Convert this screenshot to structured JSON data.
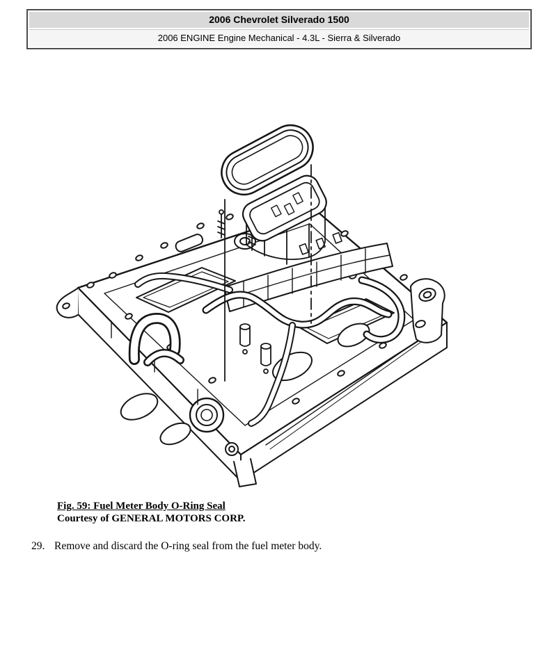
{
  "header": {
    "title": "2006 Chevrolet Silverado 1500",
    "subtitle": "2006 ENGINE Engine Mechanical - 4.3L - Sierra & Silverado"
  },
  "figure": {
    "caption_title": "Fig. 59: Fuel Meter Body O-Ring Seal",
    "caption_courtesy": "Courtesy of GENERAL MOTORS CORP.",
    "illustration": "line drawing of fuel meter body O-ring seal lifted above intake manifold"
  },
  "step": {
    "number": "29.",
    "text": "Remove and discard the O-ring seal from the fuel meter body."
  },
  "colors": {
    "header_title_bg": "#d9d9d9",
    "header_subtitle_bg": "#f5f5f5",
    "header_border": "#4c4c4c",
    "line_art": "#161616",
    "page_bg": "#ffffff",
    "text": "#000000"
  }
}
